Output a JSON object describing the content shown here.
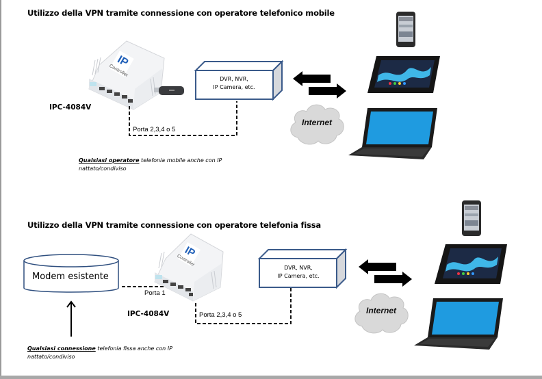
{
  "sections": [
    {
      "title": "Utilizzo della VPN tramite connessione con operatore telefonico mobile",
      "device_model": "IPC-4084V",
      "device_brand": "Controller",
      "device_logo": "IP",
      "target_box": {
        "line1": "DVR, NVR,",
        "line2": "IP Camera, etc."
      },
      "port_label": "Porta 2,3,4 o 5",
      "cloud_label": "Internet",
      "note": {
        "emphasis": "Qualsiasi operatore",
        "rest_line1": " telefonia mobile anche con IP",
        "line2": "nattato/condiviso"
      },
      "clients": [
        "smartphone",
        "tablet",
        "laptop"
      ],
      "accessory": "usb-modem-dongle"
    },
    {
      "title": "Utilizzo della VPN tramite connessione con operatore telefonia fissa",
      "device_model": "IPC-4084V",
      "device_brand": "Controller",
      "device_logo": "IP",
      "modem_label": "Modem esistente",
      "modem_port_label": "Porta 1",
      "target_box": {
        "line1": "DVR, NVR,",
        "line2": "IP Camera, etc."
      },
      "port_label": "Porta 2,3,4 o 5",
      "cloud_label": "Internet",
      "note": {
        "emphasis": "Qualsiasi connessione",
        "rest_line1": " telefonia fissa anche con IP",
        "line2": "nattato/condiviso"
      },
      "clients": [
        "smartphone",
        "tablet",
        "laptop"
      ]
    }
  ],
  "colors": {
    "box_stroke": "#3a5a8a",
    "box_side": "#d6d8dc",
    "cloud": "#d9d9d9",
    "laptop_screen": "#1f9be0",
    "logo_blue": "#1f5fb8"
  }
}
